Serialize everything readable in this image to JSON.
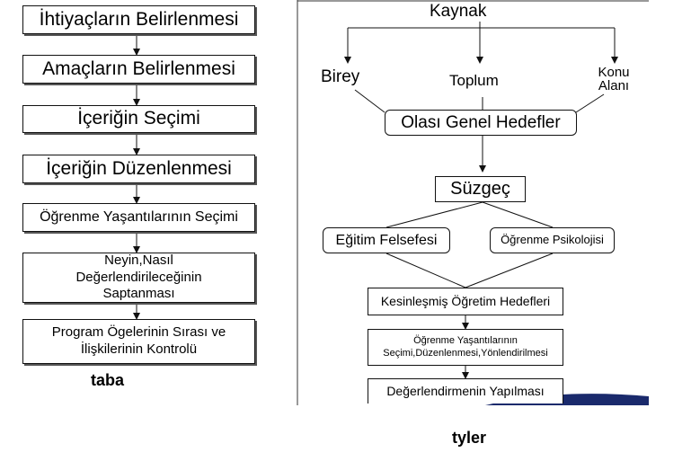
{
  "taba": {
    "caption": "taba",
    "steps": [
      "İhtiyaçların Belirlenmesi",
      "Amaçların Belirlenmesi",
      "İçeriğin Seçimi",
      "İçeriğin Düzenlenmesi",
      "Öğrenme Yaşantılarının Seçimi",
      "Neyin,Nasıl Değerlendirileceğinin Saptanması",
      "Program Ögelerinin Sırası ve İlişkilerinin Kontrolü"
    ]
  },
  "tyler": {
    "caption": "tyler",
    "source": "Kaynak",
    "sources": [
      "Birey",
      "Toplum",
      "Konu Alanı"
    ],
    "general_goals": "Olası Genel Hedefler",
    "filter": "Süzgeç",
    "filters": [
      "Eğitim Felsefesi",
      "Öğrenme Psikolojisi"
    ],
    "specific_goals": "Kesinleşmiş Öğretim Hedefleri",
    "experiences": "Öğrenme Yaşantılarının Seçimi,Düzenlenmesi,Yönlendirilmesi",
    "evaluation": "Değerlendirmenin Yapılması"
  },
  "colors": {
    "accent": "#1a2a6c",
    "line": "#111111"
  }
}
